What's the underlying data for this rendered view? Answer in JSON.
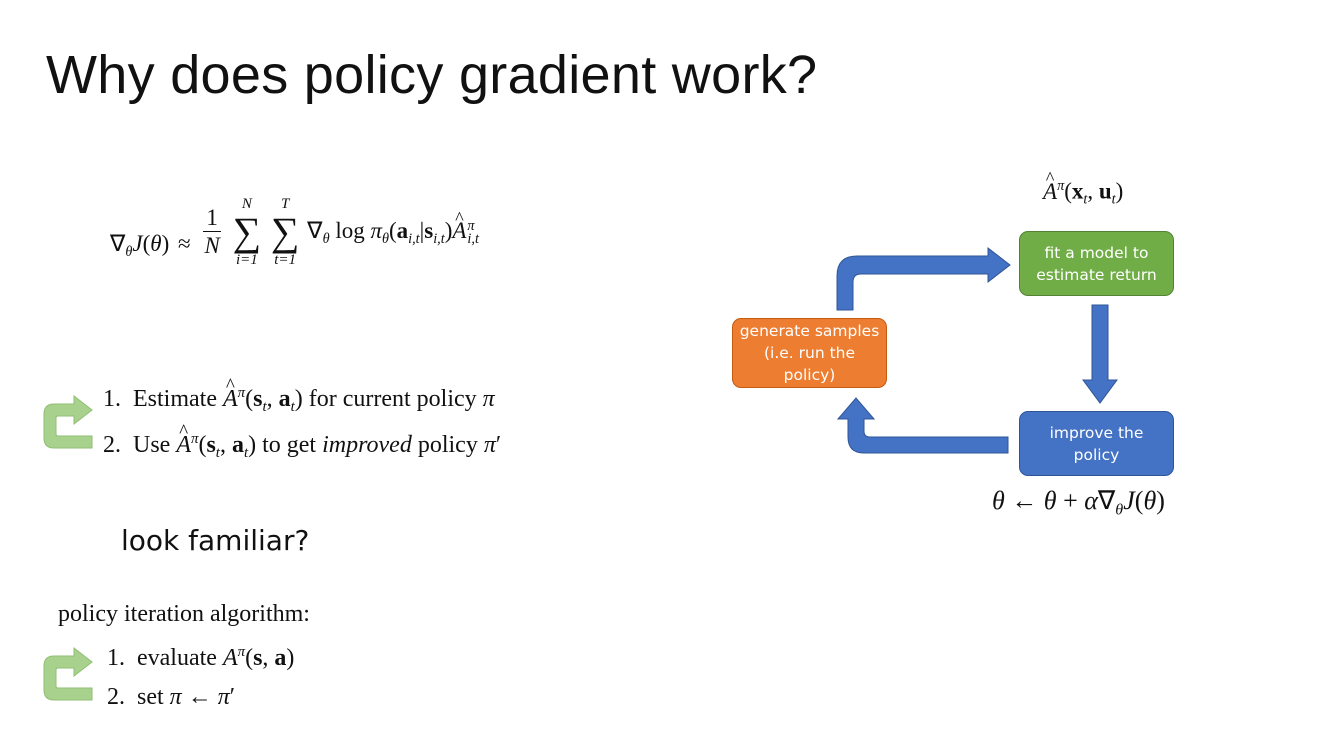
{
  "slide": {
    "title": "Why does policy gradient work?"
  },
  "gradient_formula": {
    "nabla": "∇",
    "theta": "θ",
    "J": "J",
    "approx": "≈",
    "one": "1",
    "N": "N",
    "sum1_upper": "N",
    "sum1_lower": "i=1",
    "sum2_upper": "T",
    "sum2_lower": "t=1",
    "log": "log",
    "pi": "π",
    "a": "a",
    "s": "s",
    "it_sub": "i,t",
    "A": "A",
    "A_sup": "π",
    "A_sub": "i,t"
  },
  "pg_steps": {
    "step1_num": "1.",
    "step1_pre": "Estimate",
    "step1_post": "for current policy",
    "step2_num": "2.",
    "step2_pre": "Use",
    "step2_mid": "to get",
    "step2_improved": "improved",
    "step2_post": "policy"
  },
  "familiar_text": "look familiar?",
  "policy_iteration": {
    "heading": "policy iteration algorithm:",
    "step1_num": "1.",
    "step1_text": "evaluate",
    "step2_num": "2.",
    "step2_text": "set"
  },
  "diagram": {
    "label_top": "Â^π(x_t, u_t)",
    "label_bottom": "θ ← θ + α∇_θ J(θ)",
    "green_box": "fit a model to estimate return",
    "orange_box": "generate samples (i.e. run the policy)",
    "blue_box": "improve the policy",
    "colors": {
      "green": "#70ad47",
      "orange": "#ed7d31",
      "blue": "#4472c4",
      "arrow_blue": "#4472c4",
      "loop_green": "#a9d18e"
    }
  }
}
